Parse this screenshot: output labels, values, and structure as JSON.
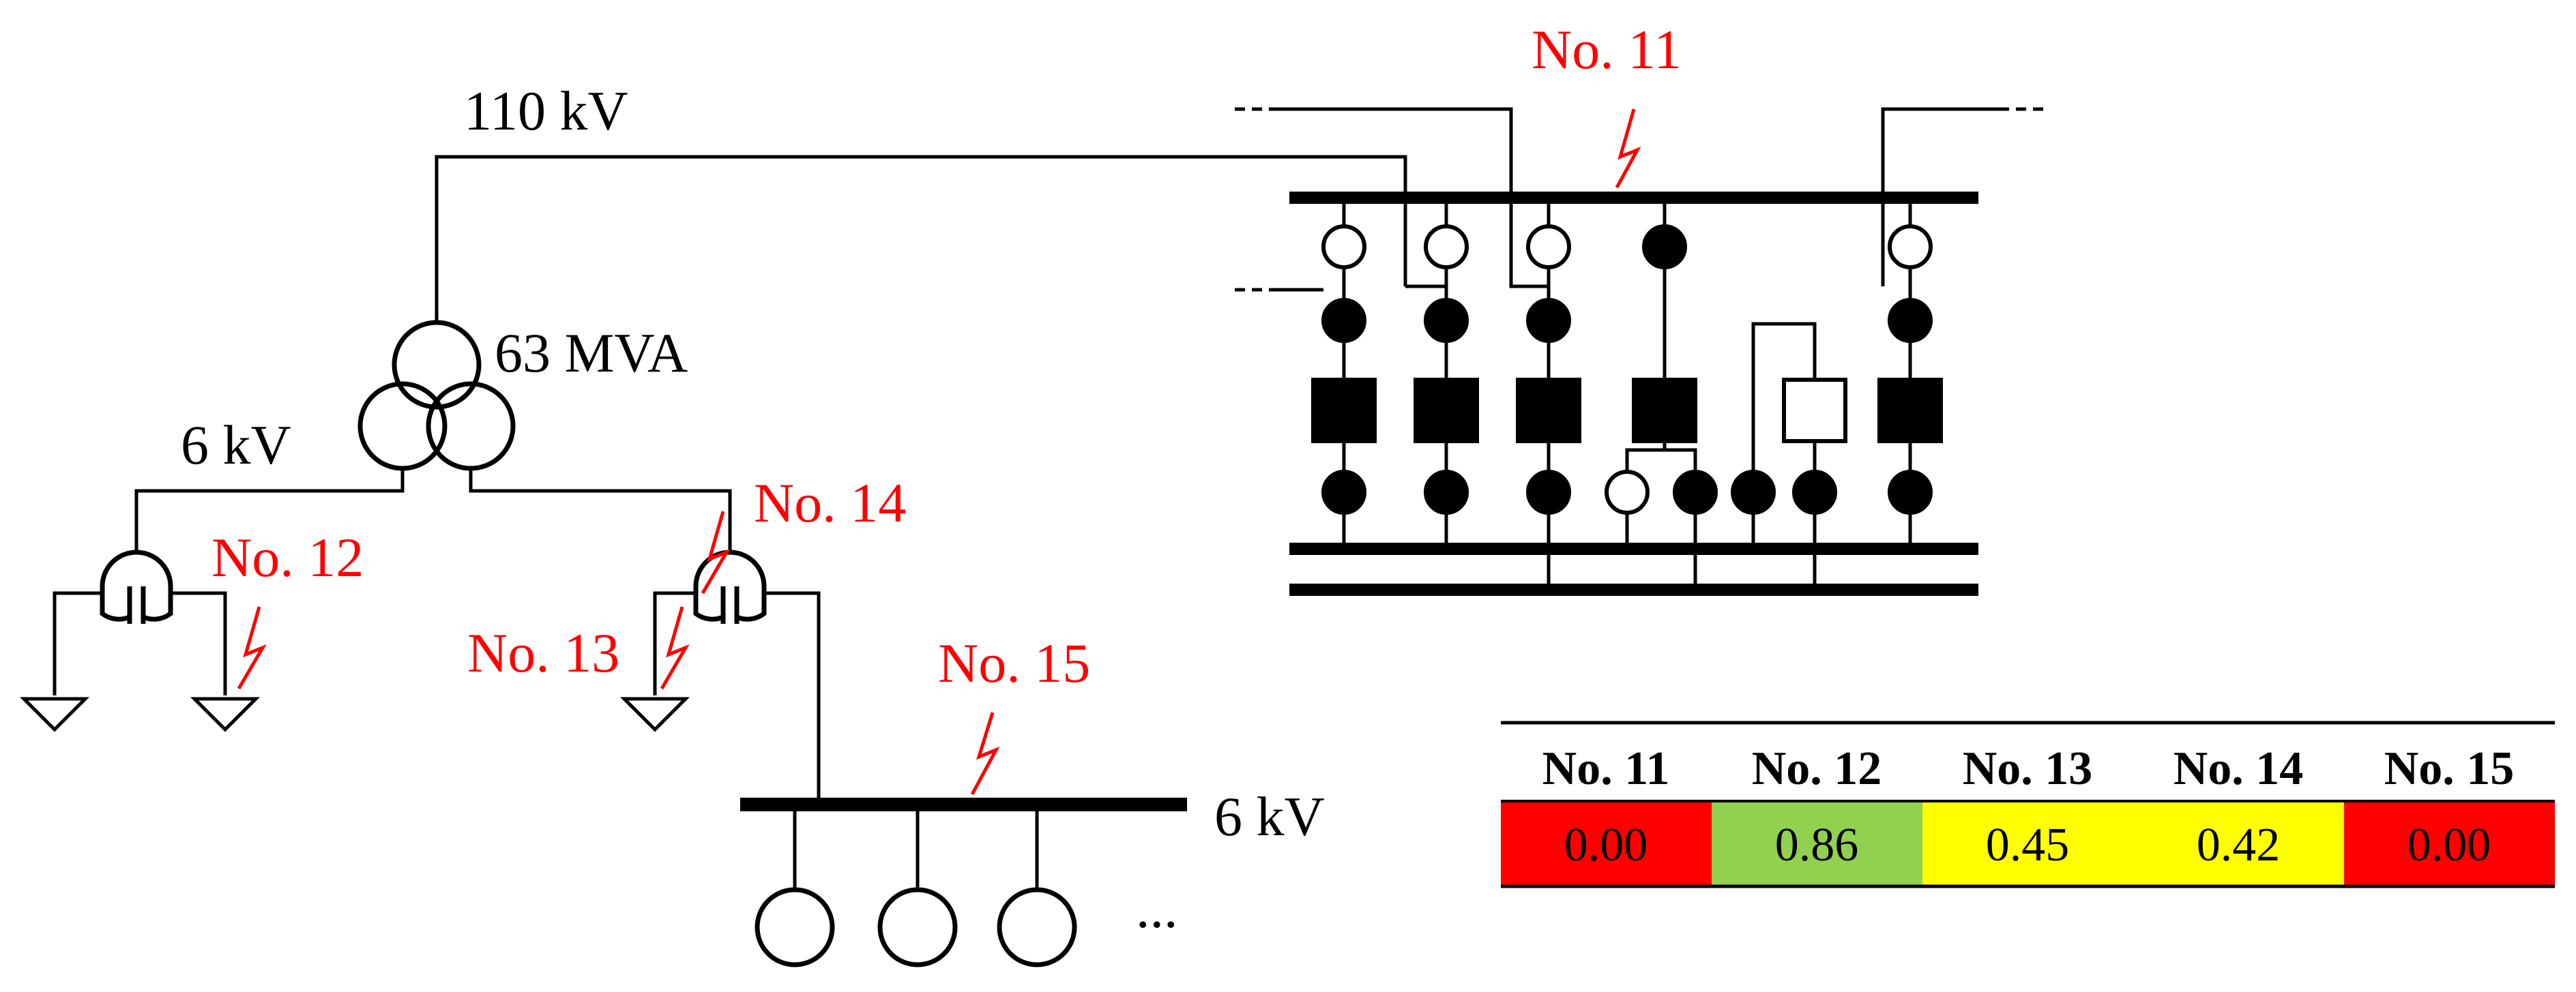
{
  "labels": {
    "hv_voltage": "110 kV",
    "transformer_rating": "63 MVA",
    "lv_voltage": "6 kV",
    "bus_voltage": "6 kV",
    "ellipsis": "..."
  },
  "faults": [
    {
      "id": "11",
      "label": "No. 11"
    },
    {
      "id": "12",
      "label": "No. 12"
    },
    {
      "id": "13",
      "label": "No. 13"
    },
    {
      "id": "14",
      "label": "No. 14"
    },
    {
      "id": "15",
      "label": "No. 15"
    }
  ],
  "table": {
    "headers": [
      "No. 11",
      "No. 12",
      "No. 13",
      "No. 14",
      "No. 15"
    ],
    "values": [
      "0.00",
      "0.86",
      "0.45",
      "0.42",
      "0.00"
    ],
    "colors": [
      "#ff0000",
      "#92d050",
      "#ffff00",
      "#ffff00",
      "#ff0000"
    ]
  },
  "colors": {
    "fault": "#ff0000",
    "line": "#000000"
  }
}
